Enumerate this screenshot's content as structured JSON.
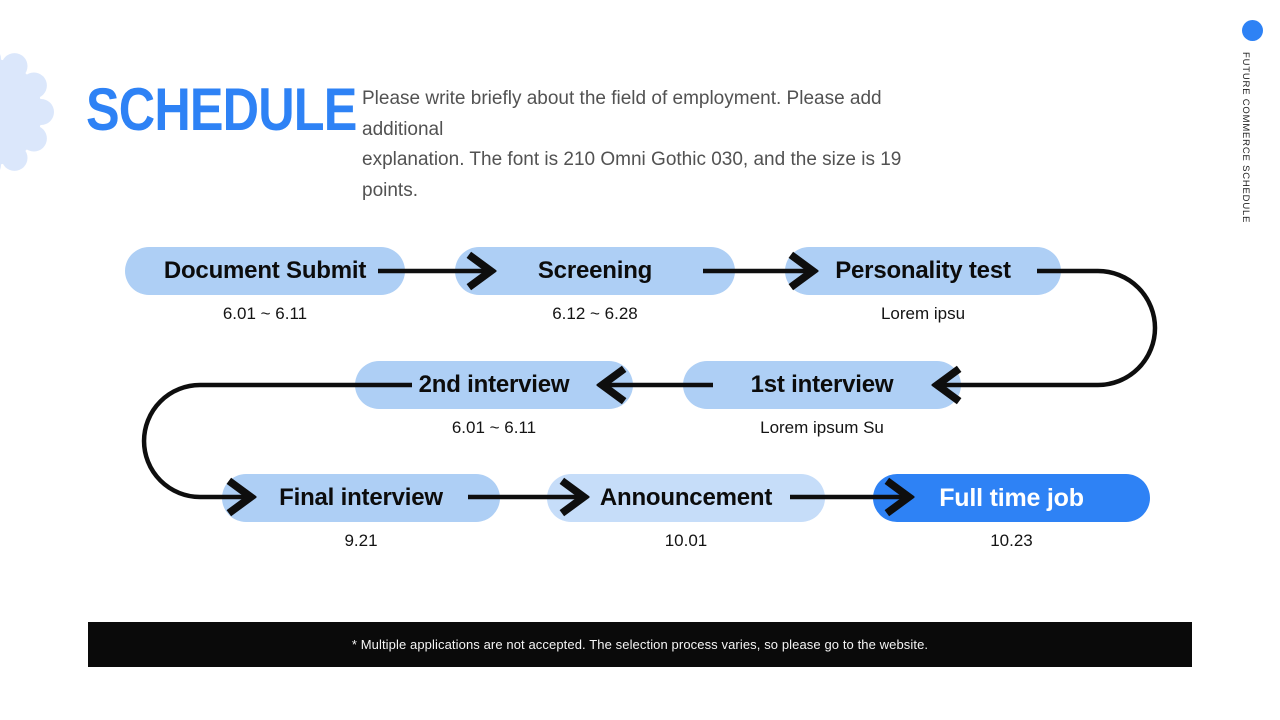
{
  "header": {
    "title": "SCHEDULE",
    "description": [
      "Please write briefly about the field of employment. Please add additional",
      "explanation. The font is 210 Omni Gothic 030, and the size is 19 points."
    ]
  },
  "side": {
    "label": "FUTURE COMMERCE SCHEDULE"
  },
  "flow": {
    "steps": [
      {
        "id": "document-submit",
        "label": "Document Submit",
        "date": "6.01 ~ 6.11"
      },
      {
        "id": "screening",
        "label": "Screening",
        "date": "6.12 ~ 6.28"
      },
      {
        "id": "personality-test",
        "label": "Personality test",
        "date": "Lorem ipsu"
      },
      {
        "id": "first-interview",
        "label": "1st interview",
        "date": "Lorem ipsum Su"
      },
      {
        "id": "second-interview",
        "label": "2nd interview",
        "date": "6.01 ~ 6.11"
      },
      {
        "id": "final-interview",
        "label": "Final interview",
        "date": "9.21"
      },
      {
        "id": "announcement",
        "label": "Announcement",
        "date": "10.01"
      },
      {
        "id": "full-time-job",
        "label": "Full time job",
        "date": "10.23",
        "highlighted": true
      }
    ]
  },
  "footer": {
    "note": "* Multiple applications are not accepted. The selection process varies, so please go to the website."
  },
  "colors": {
    "accent_blue": "#2e82f5",
    "pill_blue": "#aecff5",
    "pill_lighter_blue": "#c6ddf9",
    "arrow_black": "#0e0e0e",
    "footer_bg": "#0a0a0a",
    "deco_blue": "#dbe7fb"
  }
}
